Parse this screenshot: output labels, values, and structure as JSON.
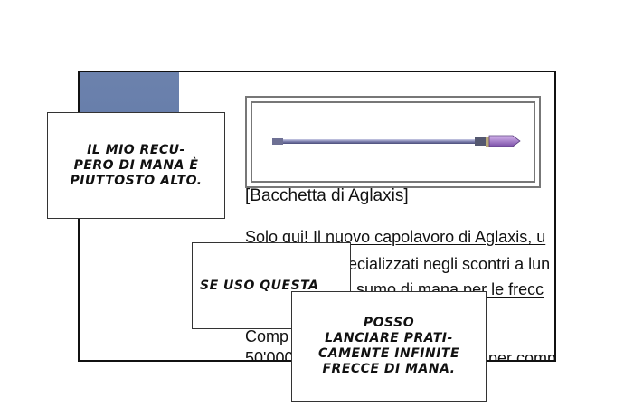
{
  "shop_panel": {
    "item_name": "[Bacchetta di Aglaxis]",
    "item_icon": "magic-wand-icon",
    "description_fragments": [
      "Solo qui! Il nuovo capolavoro di Aglaxis, u",
      "ecializzati negli scontri a lun",
      "sumo di mana per le frecc",
      "Comp",
      "50'000",
      "per comp"
    ],
    "accent_color": "#6c82ad"
  },
  "captions": [
    "IL MIO RECU-\nPERO DI MANA È\nPIUTTOSTO ALTO.",
    "SE USO QUESTA",
    "POSSO\nLANCIARE PRATI-\nCAMENTE INFINITE\nFRECCE DI MANA."
  ]
}
